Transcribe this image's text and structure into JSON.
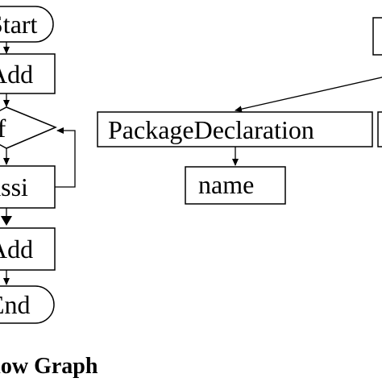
{
  "flow_graph": {
    "caption": "Flow Graph",
    "nodes": {
      "start": "Start",
      "add_1": "Add",
      "if": "If",
      "assign": "Assi",
      "add_2": "Add",
      "end": "End"
    }
  },
  "ast": {
    "nodes": {
      "package_declaration": "PackageDeclaration",
      "name": "name"
    }
  }
}
